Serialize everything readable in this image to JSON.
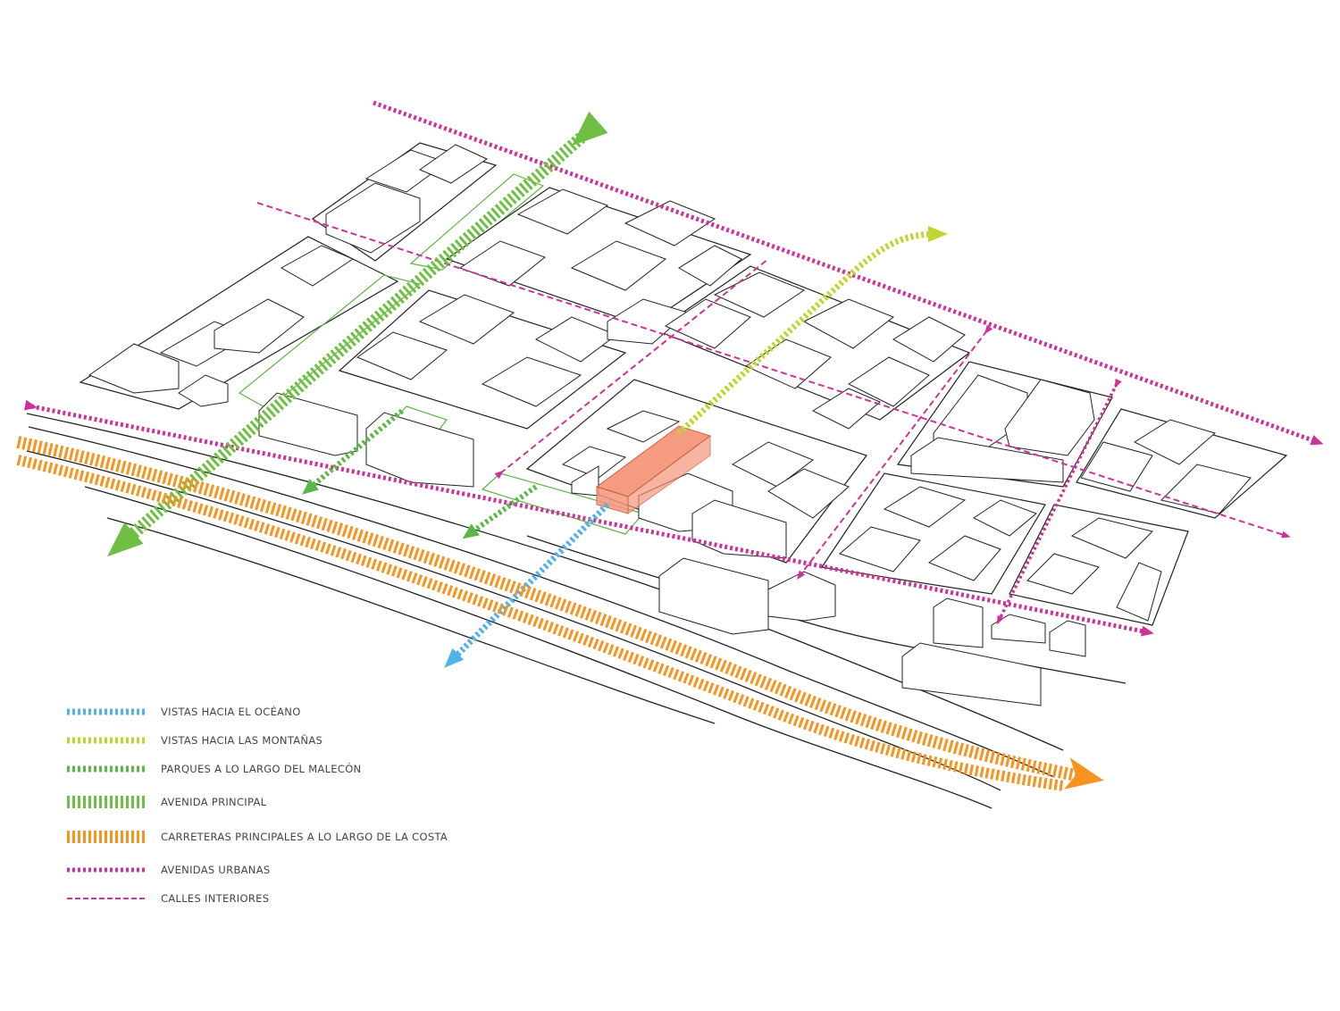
{
  "legend": {
    "ocean_views": {
      "label": "VISTAS HACIA EL OCÉANO",
      "color": "#4fb3e8"
    },
    "mountain_views": {
      "label": "VISTAS HACIA LAS MONTAÑAS",
      "color": "#bfd630"
    },
    "waterfront_parks": {
      "label": "PARQUES A LO LARGO DEL MALECÓN",
      "color": "#5cb846"
    },
    "main_avenue": {
      "label": "AVENIDA PRINCIPAL",
      "color": "#6fbf44"
    },
    "coastal_highways": {
      "label": "CARRETERAS PRINCIPALES A LO LARGO DE LA COSTA",
      "color": "#f7931e"
    },
    "urban_avenues": {
      "label": "AVENIDAS URBANAS",
      "color": "#cc3399"
    },
    "interior_streets": {
      "label": "CALLES INTERIORES",
      "color": "#cc3399"
    }
  },
  "site": {
    "highlight_color": "#f4967a"
  }
}
